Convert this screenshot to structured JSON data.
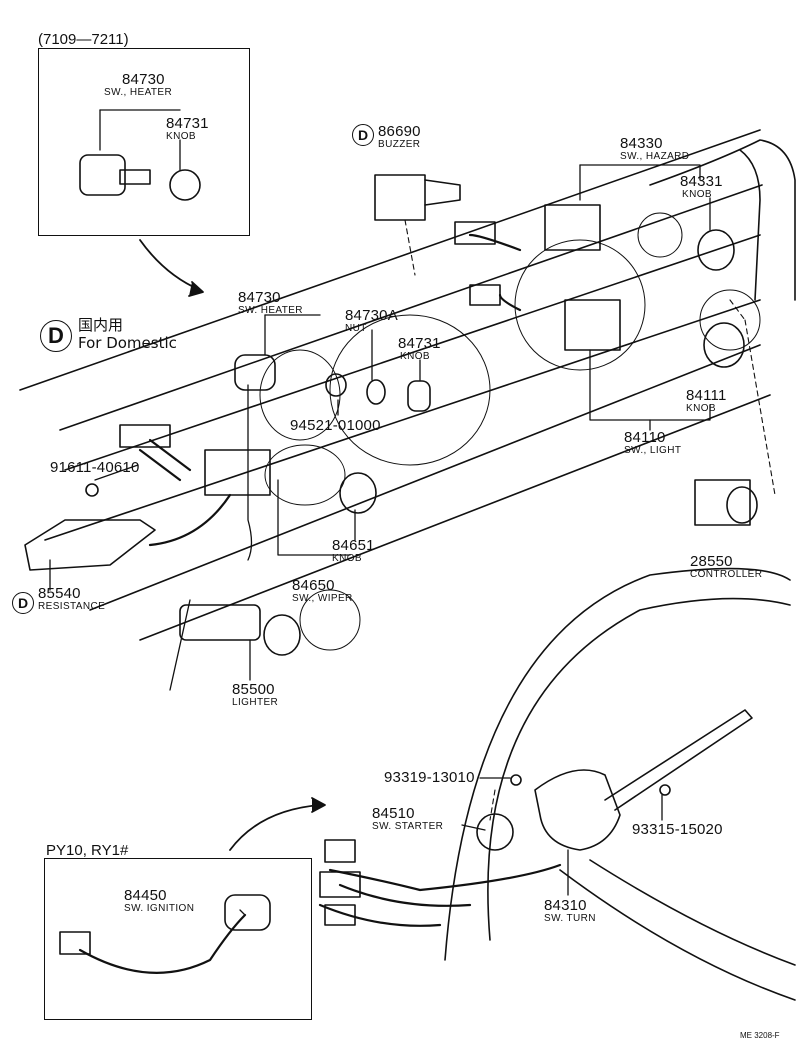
{
  "inset_top": {
    "caption": "(7109—7211)"
  },
  "inset_bottom": {
    "caption": "PY10, RY1#"
  },
  "legend": {
    "mark": "D",
    "line1": "国内用",
    "line2": "For Domestic"
  },
  "parts": {
    "p84730_inset": {
      "number": "84730",
      "name": "SW., HEATER"
    },
    "p84731_inset": {
      "number": "84731",
      "name": "KNOB"
    },
    "p86690": {
      "number": "86690",
      "name": "BUZZER",
      "mark": "D"
    },
    "p84330": {
      "number": "84330",
      "name": "SW., HAZARD"
    },
    "p84331": {
      "number": "84331",
      "name": "KNOB"
    },
    "p84730": {
      "number": "84730",
      "name": "SW. HEATER"
    },
    "p84730A": {
      "number": "84730A",
      "name": "NUT"
    },
    "p84731": {
      "number": "84731",
      "name": "KNOB"
    },
    "p94521": {
      "number": "94521-01000"
    },
    "p84111": {
      "number": "84111",
      "name": "KNOB"
    },
    "p84110": {
      "number": "84110",
      "name": "SW., LIGHT"
    },
    "p91611": {
      "number": "91611-40610"
    },
    "p28550": {
      "number": "28550",
      "name": "CONTROLLER"
    },
    "p84651": {
      "number": "84651",
      "name": "KNOB"
    },
    "p85540": {
      "number": "85540",
      "name": "RESISTANCE",
      "mark": "D"
    },
    "p84650": {
      "number": "84650",
      "name": "SW., WIPER"
    },
    "p85500": {
      "number": "85500",
      "name": "LIGHTER"
    },
    "p93319": {
      "number": "93319-13010"
    },
    "p84510": {
      "number": "84510",
      "name": "SW. STARTER"
    },
    "p93315": {
      "number": "93315-15020"
    },
    "p84450": {
      "number": "84450",
      "name": "SW. IGNITION"
    },
    "p84310": {
      "number": "84310",
      "name": "SW. TURN"
    }
  },
  "footer": {
    "code": "ME 3208-F"
  }
}
